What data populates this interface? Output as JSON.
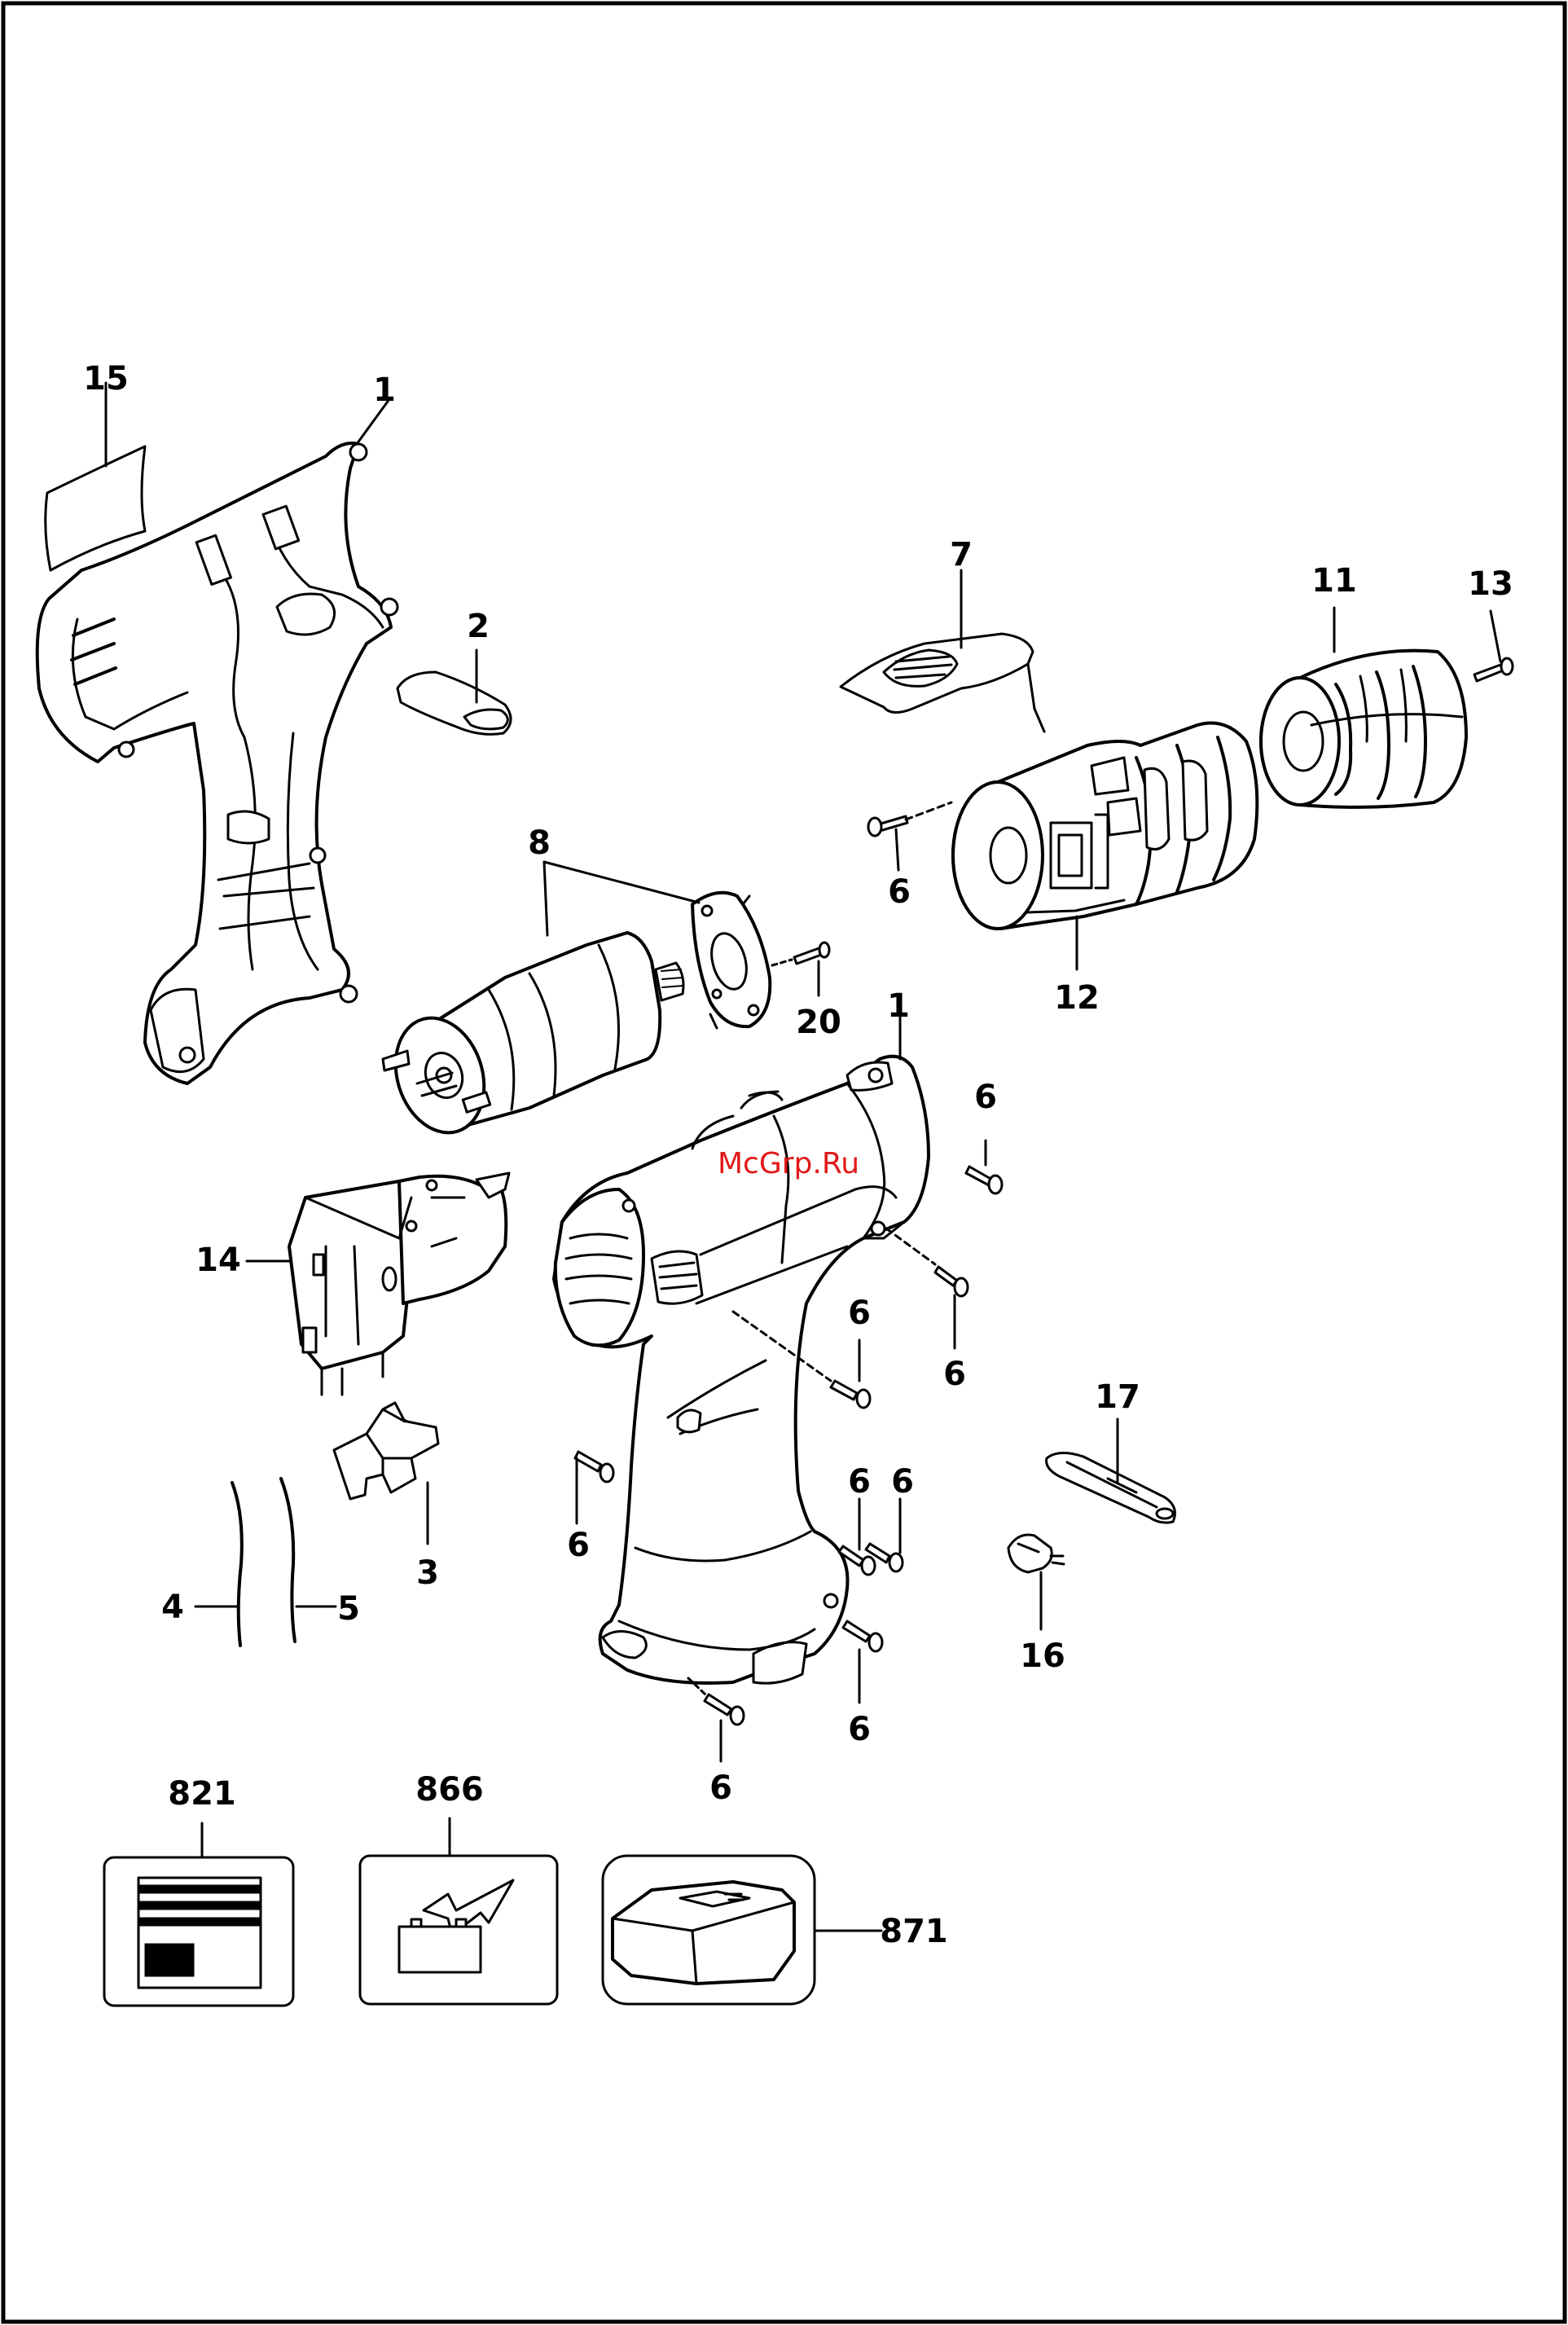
{
  "watermark": "McGrp.Ru",
  "callouts": {
    "housing_left": "1",
    "housing_right": "1",
    "rubber_pad": "2",
    "forward_reverse_switch": "3",
    "wire_a": "4",
    "wire_b": "5",
    "screw": "6",
    "top_cover": "7",
    "motor": "8",
    "chuck_sleeve": "11",
    "transmission": "12",
    "chuck_screw": "13",
    "trigger_switch": "14",
    "nameplate": "15",
    "bit_holder_clip": "16",
    "bit": "17",
    "motor_screw": "20",
    "label_pack": "821",
    "battery_label": "866",
    "charger": "871"
  }
}
